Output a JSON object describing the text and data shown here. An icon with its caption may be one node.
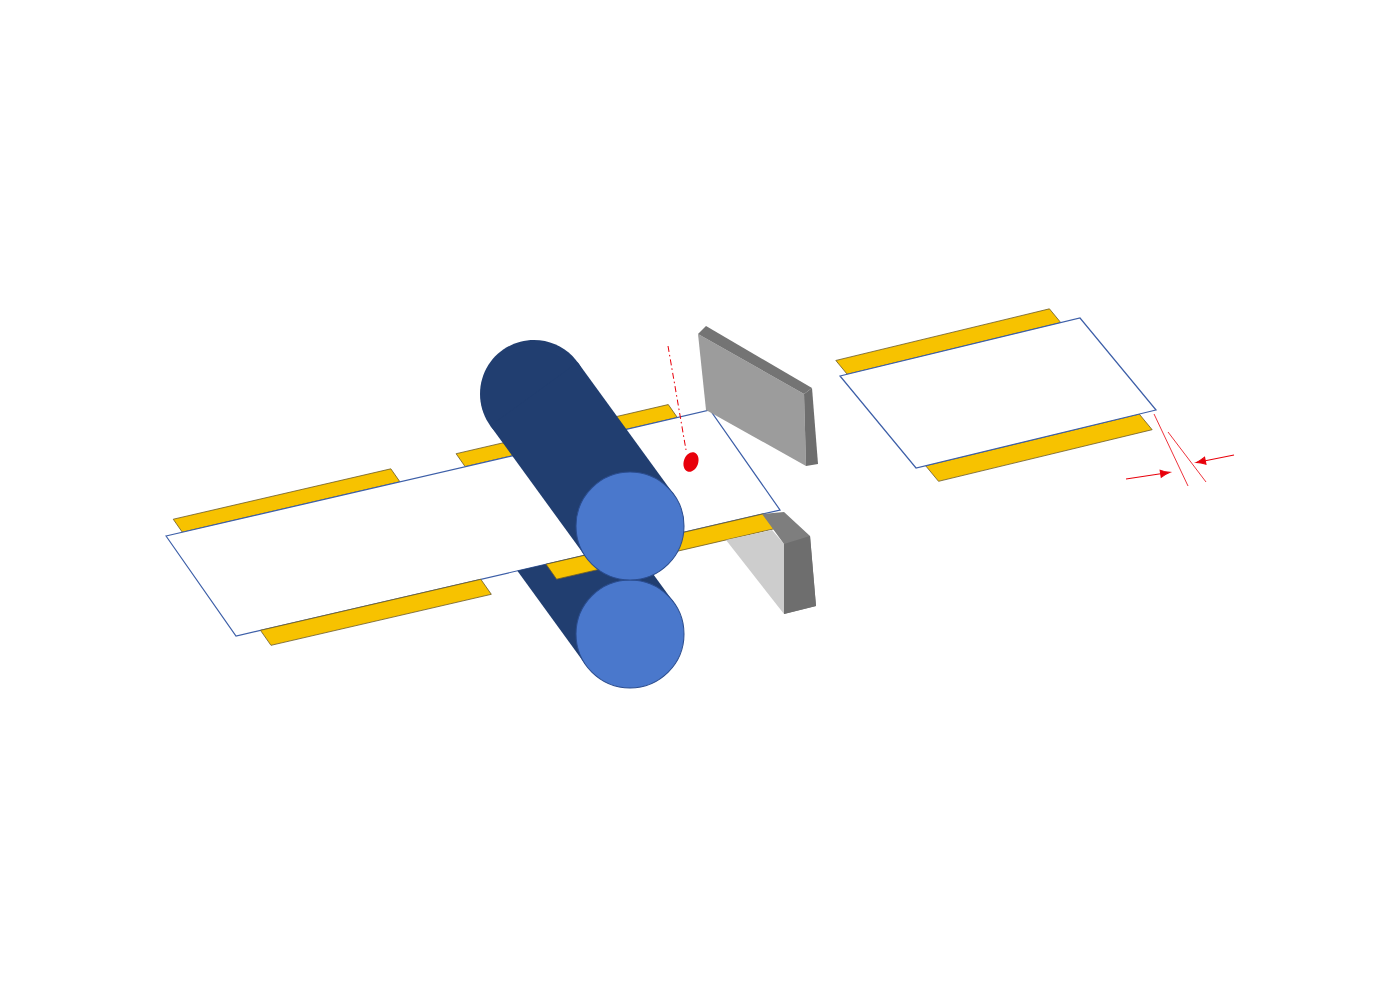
{
  "diagram": {
    "nodes": [
      {
        "text": [],
        "shape": "box"
      },
      {
        "text": [],
        "shape": "cylinder"
      },
      {
        "text": [],
        "shape": "cylinder"
      },
      {
        "text": [],
        "shape": "box"
      },
      {
        "text": [],
        "shape": "box"
      },
      {
        "text": [],
        "shape": "box"
      }
    ]
  }
}
